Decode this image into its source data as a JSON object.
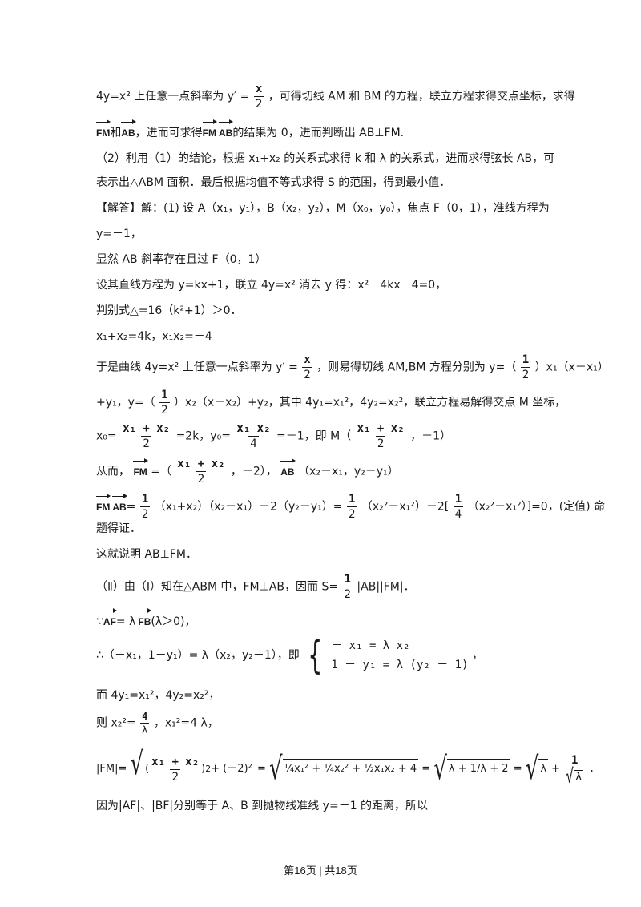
{
  "lines": {
    "l1a": "4y=x² 上任意一点斜率为 y′ =",
    "l1b": "，可得切线 AM 和 BM 的方程，联立方程求得交点坐标，求得",
    "l2a": "和",
    "l2b": "，进而可求得",
    "l2c": "的结果为 0，进而判断出 AB⊥FM.",
    "l3": "（2）利用（1）的结论，根据 x₁+x₂ 的关系式求得 k 和 λ 的关系式，进而求得弦长 AB，可",
    "l4": "表示出△ABM 面积．最后根据均值不等式求得 S 的范围，得到最小值．",
    "l5": "【解答】解：(1) 设 A（x₁，y₁），B（x₂，y₂），M（x₀，y₀），焦点 F（0，1），准线方程为",
    "l6": "y=－1，",
    "l7": "显然 AB 斜率存在且过 F（0，1）",
    "l8": "设其直线方程为 y=kx+1，联立 4y=x² 消去 y 得：x²－4kx－4=0，",
    "l9": "判别式△=16（k²+1）＞0．",
    "l10": "x₁+x₂=4k，x₁x₂=－4",
    "l11a": "于是曲线 4y=x² 上任意一点斜率为 y′ =",
    "l11b": "，则易得切线 AM,BM 方程分别为 y=（",
    "l11c": "）x₁（x－x₁）",
    "l12a": "+y₁，y=（",
    "l12b": "）x₂（x－x₂）+y₂，其中 4y₁=x₁²，4y₂=x₂²，联立方程易解得交点 M 坐标，",
    "l13a": "x₀=",
    "l13b": "=2k，y₀=",
    "l13c": "=－1，即 M（",
    "l13d": "，－1）",
    "l14a": "从而，",
    "l14b": "=（",
    "l14c": "，－2），",
    "l14d": "（x₂－x₁，y₂－y₁）",
    "l15a": "=",
    "l15b": "（x₁+x₂）（x₂－x₁）－2（y₂－y₁）=",
    "l15c": "（x₂²－x₁²）－2[",
    "l15d": "（x₂²－x₁²）]=0，(定值) 命",
    "l16": "题得证．",
    "l17": "这就说明 AB⊥FM．",
    "l18a": "（Ⅱ）由（Ⅰ）知在△ABM 中，FM⊥AB，因而 S=",
    "l18b": "|AB||FM|．",
    "l19a": "∵",
    "l19b": "= λ",
    "l19c": "(λ＞0)，",
    "l20a": "∴（－x₁，1－y₁）= λ（x₂，y₂－1），即",
    "l20b": "，",
    "sys1": "－ x₁ = λ x₂",
    "sys2": "1 － y₁ = λ (y₂ － 1)",
    "l21": "而 4y₁=x₁²，4y₂=x₂²，",
    "l22a": "则 x₂²=",
    "l22b": "，x₁²=4 λ，",
    "l23a": "|FM|=",
    "l23b": "=",
    "l23c": "=",
    "l23d": "=",
    "l23e": "+",
    "l23f": "．",
    "l24": "因为|AF|、|BF|分别等于 A、B 到抛物线准线 y=－1 的距离，所以"
  },
  "math": {
    "x": "x",
    "two": "2",
    "one": "1",
    "four": "4",
    "lambda": "λ",
    "x1px2": "x₁ + x₂",
    "x1x2": "x₁ x₂",
    "FM": "FM",
    "AB": "AB",
    "AF": "AF",
    "FB": "FB",
    "sq1a": "(",
    "sq1b": ")",
    "sq1c": "+ (－2)²",
    "sq2": "¼x₁² + ¼x₂² + ½x₁x₂ + 4",
    "sq3": "λ + 1/λ + 2",
    "sq4": "λ",
    "sqexp": "2"
  },
  "footer": "第16页 | 共18页"
}
